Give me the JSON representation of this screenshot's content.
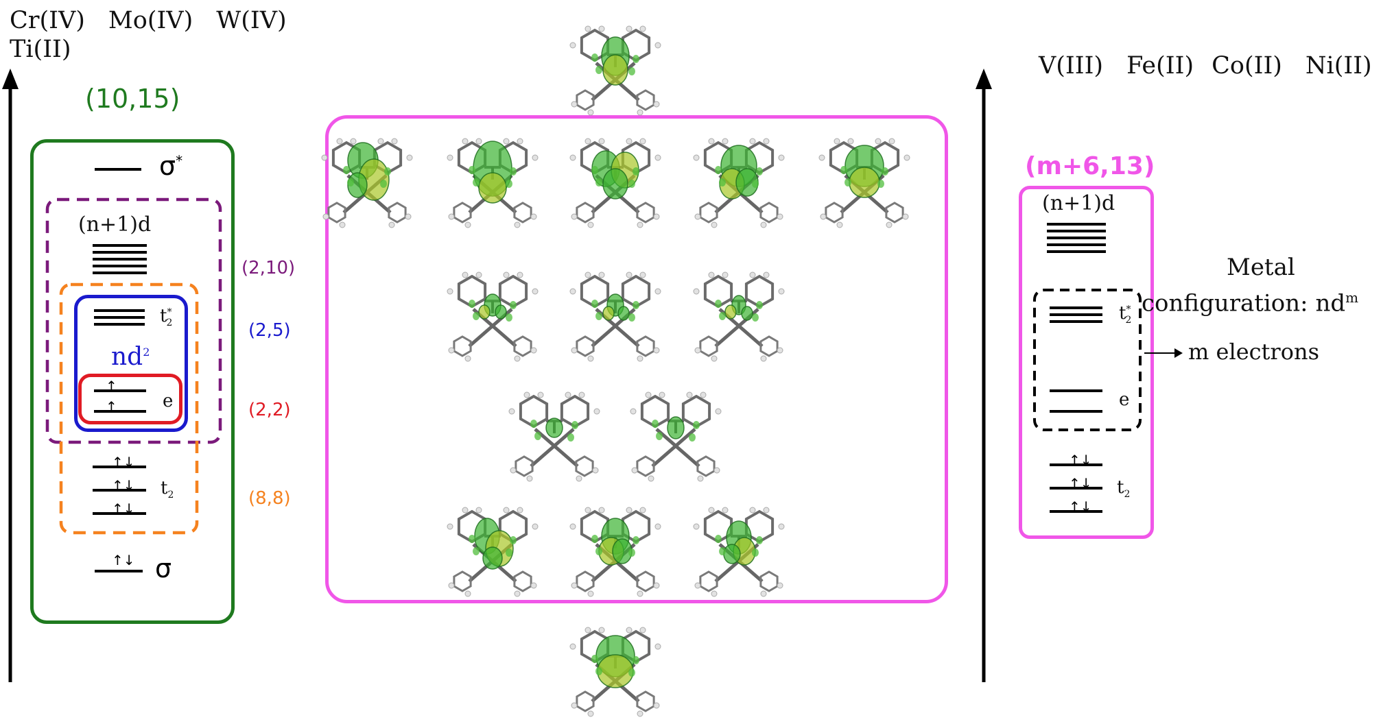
{
  "left_panel": {
    "metals_row1": [
      "Cr(IV)",
      "Mo(IV)",
      "W(IV)"
    ],
    "metals_row2": [
      "Ti(II)"
    ],
    "active_space": "(10,15)",
    "levels": {
      "sigma_star": "σ",
      "n1d": "(n+1)d",
      "t2_star": "t",
      "nd2": "nd",
      "e": "e",
      "t2": "t",
      "sigma": "σ"
    },
    "sub_spaces": [
      {
        "label": "(2,10)",
        "color": "#7b1a7b"
      },
      {
        "label": "(2,5)",
        "color": "#1a1acd"
      },
      {
        "label": "(2,2)",
        "color": "#e01b24"
      },
      {
        "label": "(8,8)",
        "color": "#f5821f"
      }
    ],
    "frame_color": "#1f7a1f"
  },
  "center_panel": {
    "frame_color": "#f056e8",
    "orbital_rows": [
      5,
      3,
      2,
      3
    ]
  },
  "right_panel": {
    "metals": [
      "V(III)",
      "Fe(II)",
      "Co(II)",
      "Ni(II)"
    ],
    "active_space": "(m+6,13)",
    "levels": {
      "n1d": "(n+1)d",
      "t2_star": "t",
      "e": "e",
      "t2": "t"
    },
    "note_line1": "Metal",
    "note_line2": "configuration: nd",
    "note_sup": "m",
    "electrons_label": "m electrons",
    "frame_color": "#f056e8"
  },
  "superscripts": {
    "star": "*",
    "two": "2",
    "sub_two": "2"
  }
}
